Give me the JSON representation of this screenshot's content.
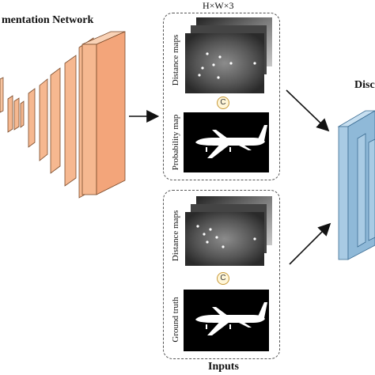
{
  "segmentation": {
    "title": "mentation Network"
  },
  "inputs": {
    "size_label": "H×W×3",
    "footer_label": "Inputs",
    "top_panel": {
      "distance_label": "Distance maps",
      "prob_label": "Probability map",
      "concat_symbol": "C"
    },
    "bottom_panel": {
      "distance_label": "Distance maps",
      "truth_label": "Ground truth",
      "concat_symbol": "C"
    }
  },
  "discriminator": {
    "title": "Disc"
  },
  "colors": {
    "segmentation_block": "#f6b890",
    "discriminator_block": "#a9cbe4",
    "concat_ring": "#c89a3a"
  }
}
